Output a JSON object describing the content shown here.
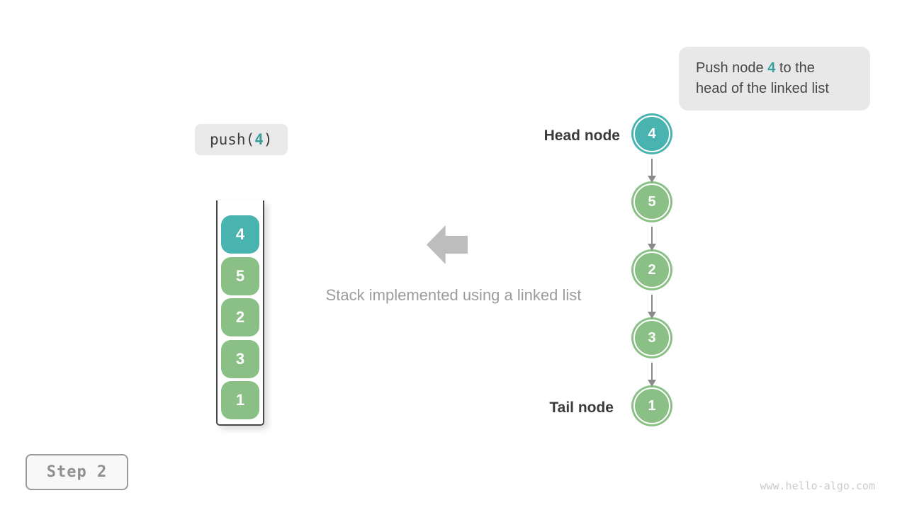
{
  "colors": {
    "teal_fill": "#48b3af",
    "green_fill": "#8ac085",
    "teal_text": "#399f9a",
    "node_arrow_gray": "#8a8a8a",
    "block_arrow_gray": "#bdbdbd",
    "callout_bg": "#e8e8e8"
  },
  "callout": {
    "text_before": "Push node ",
    "highlight": "4",
    "text_after": " to the head of the linked list"
  },
  "operation": {
    "func": "push(",
    "arg": "4",
    "close": ")"
  },
  "stack": {
    "items": [
      {
        "value": "4",
        "variant": "teal"
      },
      {
        "value": "5",
        "variant": "green"
      },
      {
        "value": "2",
        "variant": "green"
      },
      {
        "value": "3",
        "variant": "green"
      },
      {
        "value": "1",
        "variant": "green"
      }
    ]
  },
  "linked_list": {
    "head_label": "Head node",
    "tail_label": "Tail node",
    "nodes": [
      {
        "value": "4",
        "variant": "teal"
      },
      {
        "value": "5",
        "variant": "green"
      },
      {
        "value": "2",
        "variant": "green"
      },
      {
        "value": "3",
        "variant": "green"
      },
      {
        "value": "1",
        "variant": "green"
      }
    ]
  },
  "caption": "Stack implemented using a linked list",
  "step_label": "Step 2",
  "watermark": "www.hello-algo.com"
}
